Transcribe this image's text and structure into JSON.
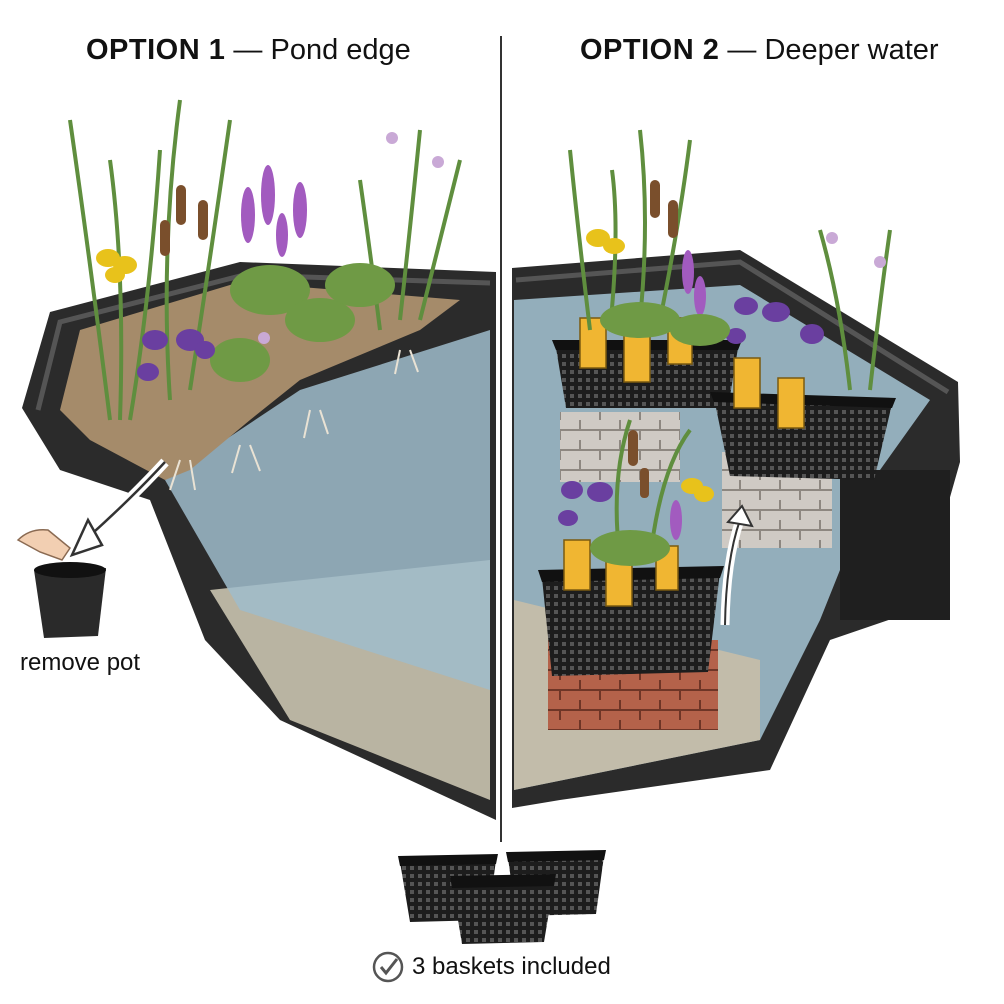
{
  "option1": {
    "label": "OPTION 1",
    "dash": "—",
    "desc": "Pond edge"
  },
  "option2": {
    "label": "OPTION 2",
    "dash": "—",
    "desc": "Deeper water"
  },
  "remove_pot": "remove pot",
  "baskets": {
    "text": "3 baskets included",
    "icon": "check-circle-icon"
  },
  "colors": {
    "pond_shell": "#2b2b2b",
    "water": "#9fbccb",
    "soil": "#a58b6a",
    "iris_purple": "#6a3fa0",
    "iris_yellow": "#e8c21b",
    "brick": "#b4624a"
  }
}
